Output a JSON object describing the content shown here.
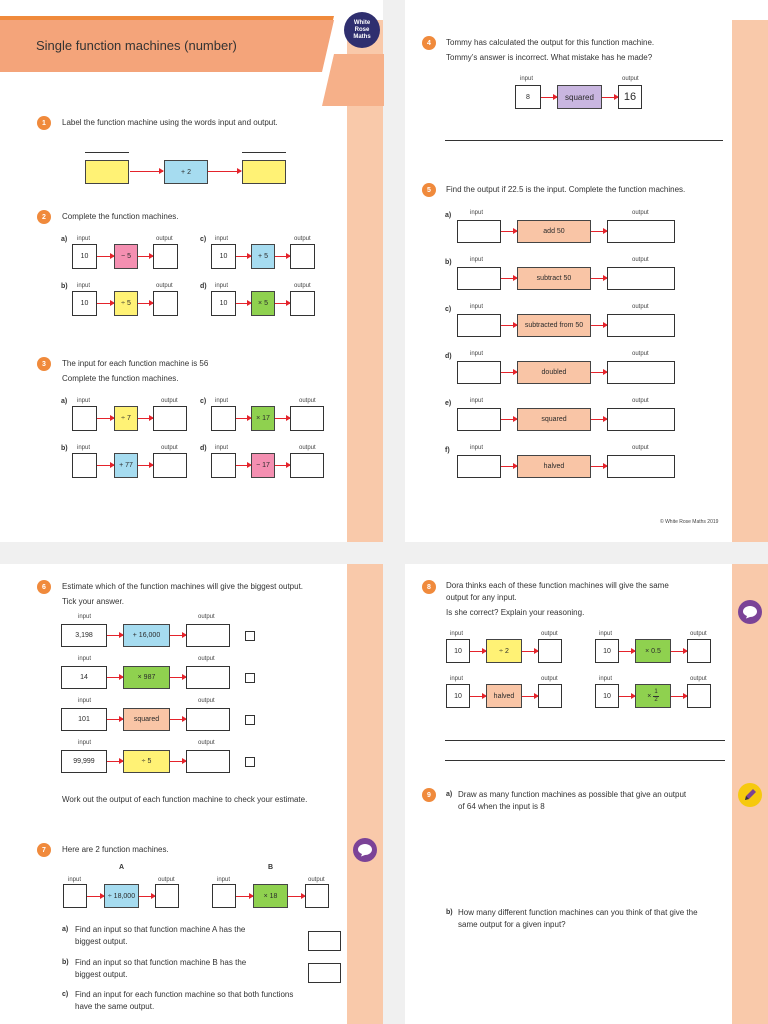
{
  "header": {
    "title": "Single function machines (number)",
    "logo": [
      "White",
      "Rose",
      "Maths"
    ]
  },
  "common": {
    "input": "input",
    "output": "output"
  },
  "q1": {
    "num": "1",
    "text": "Label the function machine using the words input and output.",
    "op": "+ 2"
  },
  "q2": {
    "num": "2",
    "text": "Complete the function machines.",
    "a": {
      "letter": "a)",
      "in": "10",
      "op": "− 5"
    },
    "b": {
      "letter": "b)",
      "in": "10",
      "op": "÷ 5"
    },
    "c": {
      "letter": "c)",
      "in": "10",
      "op": "+ 5"
    },
    "d": {
      "letter": "d)",
      "in": "10",
      "op": "× 5"
    }
  },
  "q3": {
    "num": "3",
    "text1": "The input for each function machine is 56",
    "text2": "Complete the function machines.",
    "a": {
      "letter": "a)",
      "op": "÷ 7"
    },
    "b": {
      "letter": "b)",
      "op": "+ 77"
    },
    "c": {
      "letter": "c)",
      "op": "× 17"
    },
    "d": {
      "letter": "d)",
      "op": "− 17"
    }
  },
  "q4": {
    "num": "4",
    "text1": "Tommy has calculated the output for this function machine.",
    "text2": "Tommy’s answer is incorrect. What mistake has he made?",
    "in": "8",
    "op": "squared",
    "out": "16"
  },
  "q5": {
    "num": "5",
    "text": "Find the output if 22.5 is the input. Complete the function machines.",
    "rows": [
      {
        "letter": "a)",
        "op": "add 50"
      },
      {
        "letter": "b)",
        "op": "subtract 50"
      },
      {
        "letter": "c)",
        "op": "subtracted from 50"
      },
      {
        "letter": "d)",
        "op": "doubled"
      },
      {
        "letter": "e)",
        "op": "squared"
      },
      {
        "letter": "f)",
        "op": "halved"
      }
    ]
  },
  "copyright": "© White Rose Maths 2019",
  "q6": {
    "num": "6",
    "text": "Estimate which of the function machines will give the biggest output.",
    "text2": "Tick your answer.",
    "rows": [
      {
        "in": "3,198",
        "op": "+ 16,000"
      },
      {
        "in": "14",
        "op": "× 987"
      },
      {
        "in": "101",
        "op": "squared"
      },
      {
        "in": "99,999",
        "op": "÷ 5"
      }
    ],
    "footer": "Work out the output of each function machine to check your estimate."
  },
  "q7": {
    "num": "7",
    "text": "Here are 2 function machines.",
    "a_label": "A",
    "b_label": "B",
    "a_op": "÷ 18,000",
    "b_op": "× 18",
    "qa": {
      "letter": "a)",
      "l1": "Find an input so that function machine A has the",
      "l2": "biggest output."
    },
    "qb": {
      "letter": "b)",
      "l1": "Find an input so that function machine B has the",
      "l2": "biggest output."
    },
    "qc": {
      "letter": "c)",
      "l1": "Find an input for each function machine so that both functions",
      "l2": "have the same output."
    }
  },
  "q8": {
    "num": "8",
    "text1": "Dora thinks each of these function machines will give the same",
    "text2": "output for any input.",
    "text3": "Is she correct? Explain your reasoning.",
    "m1": {
      "in": "10",
      "op": "÷ 2"
    },
    "m2": {
      "in": "10",
      "op": "× 0.5"
    },
    "m3": {
      "in": "10",
      "op": "halved"
    },
    "m4": {
      "in": "10",
      "op_prefix": "×",
      "num": "1",
      "den": "2"
    }
  },
  "q9": {
    "num": "9",
    "a": {
      "letter": "a)",
      "l1": "Draw as many function machines as possible that give an output",
      "l2": "of 64 when the input is 8"
    },
    "b": {
      "letter": "b)",
      "l1": "How many different function machines can you think of that give the",
      "l2": "same output for a given input?"
    }
  }
}
